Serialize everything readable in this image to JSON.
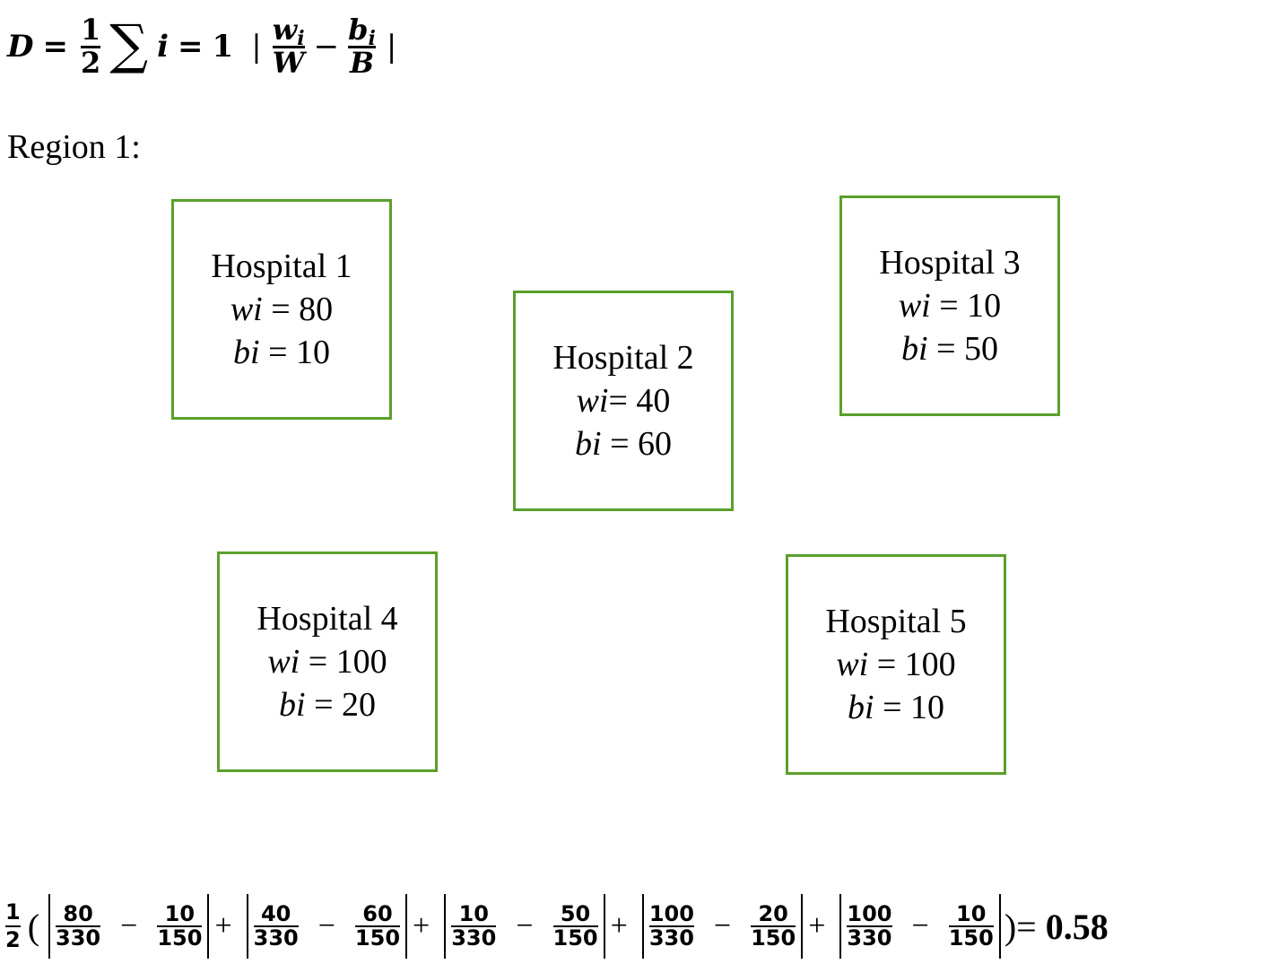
{
  "formula": {
    "lhs": "D",
    "equals": "=",
    "half_num": "1",
    "half_den": "2",
    "sigma": "∑",
    "index_var": "i",
    "index_eq": "=",
    "index_start": "1",
    "abs_open": "|",
    "w_num": "w",
    "w_sub": "i",
    "w_den": "W",
    "minus": "−",
    "b_num": "b",
    "b_sub": "i",
    "b_den": "B",
    "abs_close": "|"
  },
  "region_label": "Region 1:",
  "hospitals": [
    {
      "name": "Hospital 1",
      "w_label": "wi",
      "w_eq": " = 80",
      "b_label": "bi",
      "b_eq": " = 10"
    },
    {
      "name": "Hospital 2",
      "w_label": "wi",
      "w_eq": "= 40",
      "b_label": "bi",
      "b_eq": " = 60"
    },
    {
      "name": "Hospital 3",
      "w_label": "wi",
      "w_eq": " = 10",
      "b_label": "bi",
      "b_eq": " = 50"
    },
    {
      "name": "Hospital 4",
      "w_label": "wi",
      "w_eq": " = 100",
      "b_label": "bi",
      "b_eq": " = 20"
    },
    {
      "name": "Hospital 5",
      "w_label": "wi",
      "w_eq": " = 100",
      "b_label": "bi",
      "b_eq": " = 10"
    }
  ],
  "calculation": {
    "half_num": "1",
    "half_den": "2",
    "open_paren": "(",
    "minus": "−",
    "plus": "+",
    "terms": [
      {
        "w": "80",
        "W": "330",
        "b": "10",
        "B": "150"
      },
      {
        "w": "40",
        "W": "330",
        "b": "60",
        "B": "150"
      },
      {
        "w": "10",
        "W": "330",
        "b": "50",
        "B": "150"
      },
      {
        "w": "100",
        "W": "330",
        "b": "20",
        "B": "150"
      },
      {
        "w": "100",
        "W": "330",
        "b": "10",
        "B": "150"
      }
    ],
    "close_paren_eq": ")=",
    "result": "0.58"
  }
}
